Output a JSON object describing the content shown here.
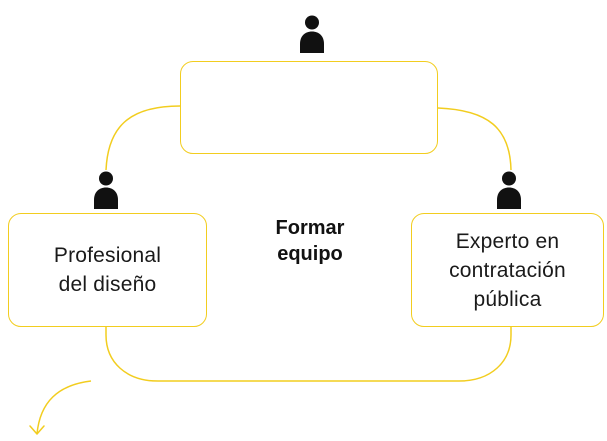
{
  "diagram": {
    "center_label": "Formar\nequipo",
    "boxes": {
      "top": {
        "text": ""
      },
      "left": {
        "text": "Profesional\ndel diseño"
      },
      "right": {
        "text": "Experto en\ncontratación\npública"
      }
    },
    "icons": {
      "person": "person-icon",
      "arrow": "curved-arrow-icon"
    }
  },
  "colors": {
    "accent": "#f2cd1f",
    "icon": "#111111",
    "text": "#1a1a1a",
    "background": "#ffffff"
  }
}
